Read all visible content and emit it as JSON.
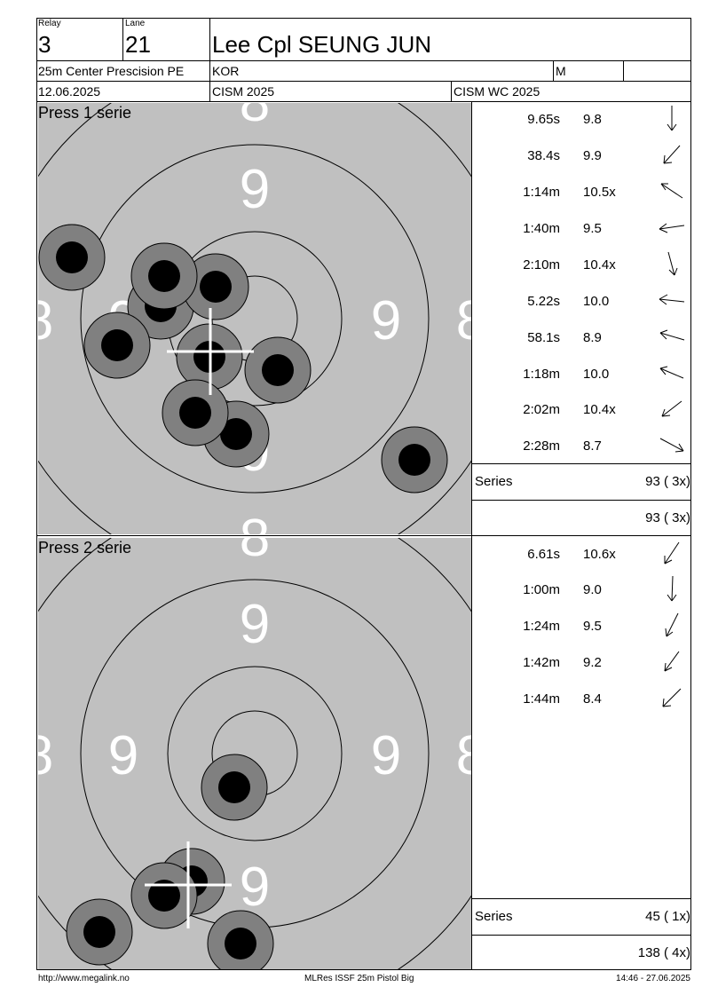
{
  "header": {
    "relay_label": "Relay",
    "relay_value": "3",
    "lane_label": "Lane",
    "lane_value": "21",
    "shooter_name": "Lee Cpl SEUNG JUN",
    "event": "25m Center Prescision PE",
    "nation": "KOR",
    "gender": "M",
    "date": "12.06.2025",
    "competition": "CISM 2025",
    "championship": "CISM WC 2025"
  },
  "series": [
    {
      "title": "Press 1 serie",
      "ring_numbers": [
        "9",
        "9",
        "9",
        "9",
        "8",
        "8",
        "8",
        "8"
      ],
      "shots": [
        {
          "time": "9.65s",
          "value": "9.8",
          "direction": "down"
        },
        {
          "time": "38.4s",
          "value": "9.9",
          "direction": "down-left"
        },
        {
          "time": "1:14m",
          "value": "10.5x",
          "direction": "up-left"
        },
        {
          "time": "1:40m",
          "value": "9.5",
          "direction": "left"
        },
        {
          "time": "2:10m",
          "value": "10.4x",
          "direction": "down"
        },
        {
          "time": "5.22s",
          "value": "10.0",
          "direction": "left"
        },
        {
          "time": "58.1s",
          "value": "8.9",
          "direction": "up-left"
        },
        {
          "time": "1:18m",
          "value": "10.0",
          "direction": "up-left"
        },
        {
          "time": "2:02m",
          "value": "10.4x",
          "direction": "down-left"
        },
        {
          "time": "2:28m",
          "value": "8.7",
          "direction": "down-right"
        }
      ],
      "series_label": "Series",
      "series_total": "93 ( 3x)",
      "running_total": "93 ( 3x)"
    },
    {
      "title": "Press 2 serie",
      "ring_numbers": [
        "9",
        "9",
        "9",
        "9",
        "8",
        "8",
        "8"
      ],
      "shots": [
        {
          "time": "6.61s",
          "value": "10.6x",
          "direction": "down-left"
        },
        {
          "time": "1:00m",
          "value": "9.0",
          "direction": "down"
        },
        {
          "time": "1:24m",
          "value": "9.5",
          "direction": "down-left"
        },
        {
          "time": "1:42m",
          "value": "9.2",
          "direction": "down-left"
        },
        {
          "time": "1:44m",
          "value": "8.4",
          "direction": "down-left"
        }
      ],
      "series_label": "Series",
      "series_total": "45 ( 1x)",
      "running_total": "138 ( 4x)"
    }
  ],
  "footer": {
    "url": "http://www.megalink.no",
    "software": "MLRes ISSF 25m Pistol Big",
    "timestamp": "14:46 - 27.06.2025"
  },
  "colors": {
    "target_bg": "#c0c0c0",
    "shot_outer": "#808080",
    "shot_inner": "#000000",
    "ring_number": "#ffffff"
  }
}
